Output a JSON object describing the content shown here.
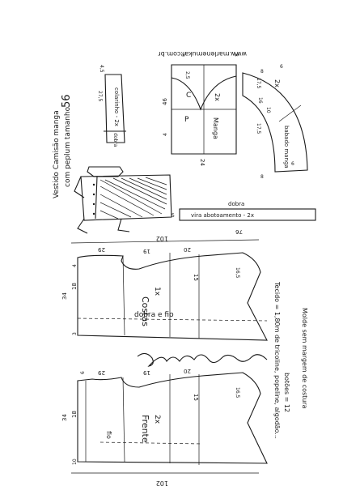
{
  "title": {
    "line1": "Vestido Camisão manga",
    "line2": "com peplum tamanho",
    "size": "56"
  },
  "website": "www.marlenemukai.com.br",
  "signature": "Marlene Mukai",
  "notes": {
    "fabric": "Tecido = 1,80m de tricoline, popeline, algodão...",
    "buttons": "botões = 12",
    "seam": "Molde sem margem de costura"
  },
  "pieces": {
    "collar": {
      "label": "colarinho - 2x",
      "fold": "dobra",
      "dims": [
        "4,5",
        "27,5"
      ]
    },
    "sleeve": {
      "labels": [
        "P",
        "C",
        "Manga",
        "2x"
      ],
      "dims": [
        "46",
        "24",
        "8",
        "8",
        "2,5",
        "4"
      ]
    },
    "ruffle": {
      "labels": [
        "babado manga",
        "2x"
      ],
      "dims": [
        "17,5",
        "17,5",
        "8",
        "8",
        "6",
        "6",
        "16",
        "10"
      ]
    },
    "facing": {
      "label": "vira abotoamento - 2x",
      "fold": "dobra",
      "dims": [
        "76",
        "5"
      ]
    },
    "back": {
      "labels": [
        "Costas",
        "1x"
      ],
      "fold": "dobra e fio",
      "dims": [
        "102",
        "29",
        "19",
        "20",
        "15",
        "34",
        "18",
        "4",
        "3",
        "16,5"
      ]
    },
    "front": {
      "labels": [
        "Frente",
        "2x"
      ],
      "grain": "fio",
      "dims": [
        "102",
        "29",
        "19",
        "20",
        "15",
        "34",
        "18",
        "10",
        "16,5",
        "6"
      ]
    }
  }
}
